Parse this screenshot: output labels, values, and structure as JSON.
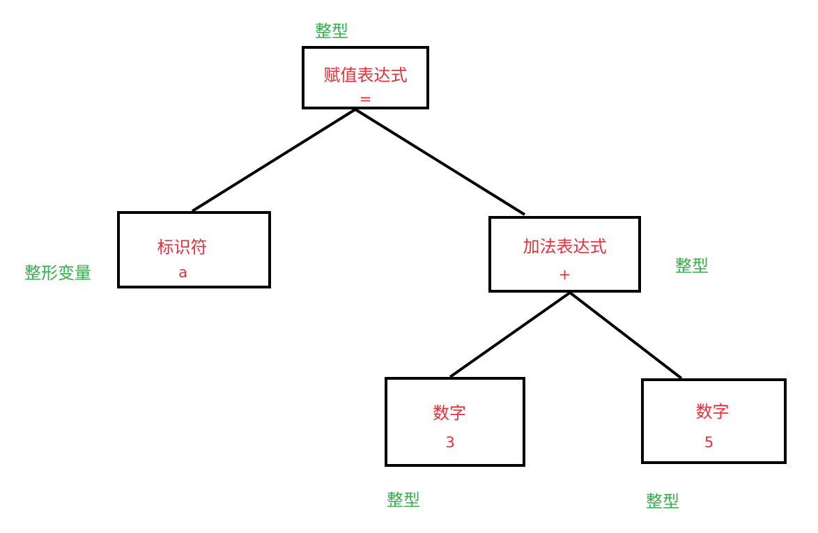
{
  "colors": {
    "node_text": "#e8303a",
    "type_text": "#33b24a",
    "border": "#000000",
    "edge": "#000000"
  },
  "nodes": {
    "assign": {
      "title": "赋值表达式",
      "value": "=",
      "type": "整型"
    },
    "ident": {
      "title": "标识符",
      "value": "a",
      "type": "整形变量"
    },
    "add": {
      "title": "加法表达式",
      "value": "+",
      "type": "整型"
    },
    "num3": {
      "title": "数字",
      "value": "3",
      "type": "整型"
    },
    "num5": {
      "title": "数字",
      "value": "5",
      "type": "整型"
    }
  },
  "edges": [
    {
      "from": "assign",
      "to": "ident"
    },
    {
      "from": "assign",
      "to": "add"
    },
    {
      "from": "add",
      "to": "num3"
    },
    {
      "from": "add",
      "to": "num5"
    }
  ]
}
